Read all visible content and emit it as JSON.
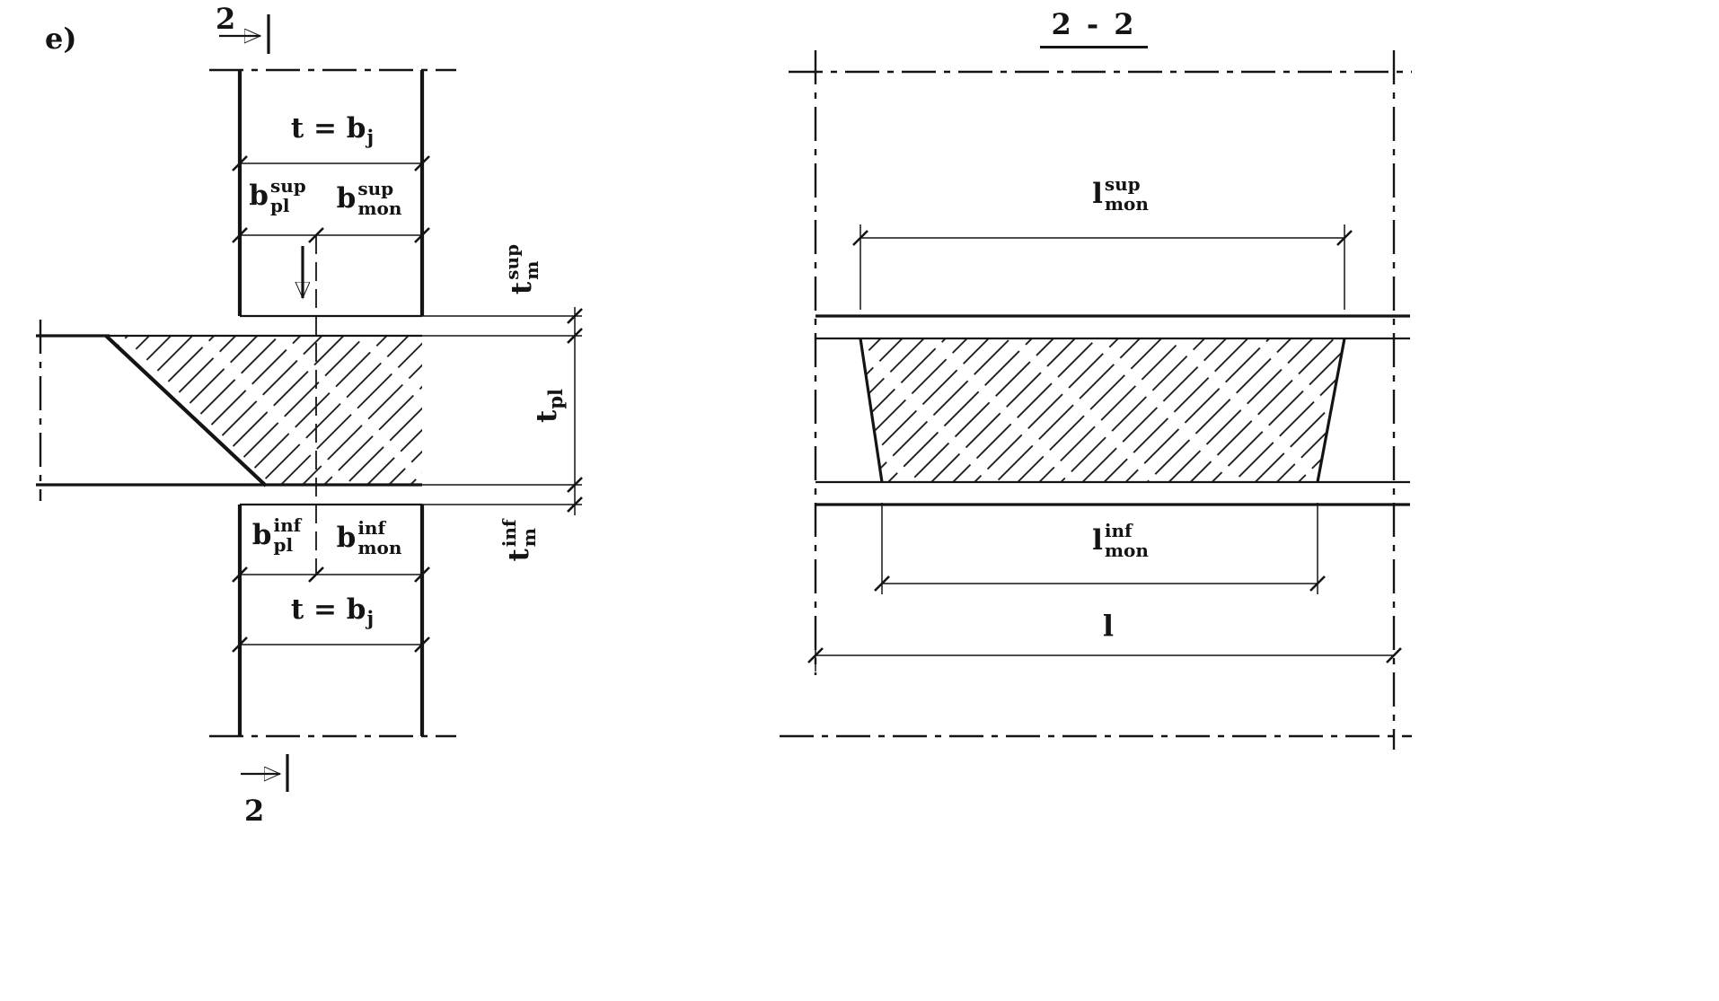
{
  "page": {
    "background": "#ffffff",
    "ink": "#141414"
  },
  "left_view": {
    "panel_label": "e)",
    "section_cut_top": "2",
    "section_cut_bottom": "2",
    "labels": {
      "t_eq_bj_top": {
        "base": "t = b",
        "sub": "j"
      },
      "bpl_sup": {
        "base": "b",
        "sub": "pl",
        "sup": "sup"
      },
      "bmon_sup": {
        "base": "b",
        "sub": "mon",
        "sup": "sup"
      },
      "tm_sup": {
        "base": "t",
        "sub": "m",
        "sup": "sup"
      },
      "t_pl": {
        "base": "t",
        "sub": "pl"
      },
      "tm_inf": {
        "base": "t",
        "sub": "m",
        "sup": "inf"
      },
      "bpl_inf": {
        "base": "b",
        "sub": "pl",
        "sup": "inf"
      },
      "bmon_inf": {
        "base": "b",
        "sub": "mon",
        "sup": "inf"
      },
      "t_eq_bj_bottom": {
        "base": "t = b",
        "sub": "j"
      }
    }
  },
  "right_view": {
    "title": "2 - 2",
    "labels": {
      "lmon_sup": {
        "base": "l",
        "sub": "mon",
        "sup": "sup"
      },
      "lmon_inf": {
        "base": "l",
        "sub": "mon",
        "sup": "inf"
      },
      "l_total": {
        "base": "l"
      }
    }
  }
}
